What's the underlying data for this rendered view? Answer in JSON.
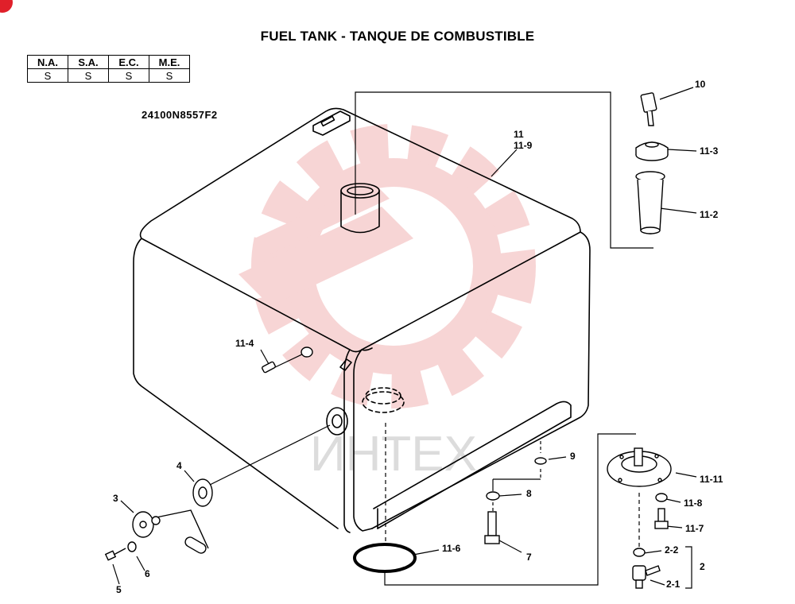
{
  "title": "FUEL TANK - TANQUE DE COMBUSTIBLE",
  "applicability": {
    "headers": [
      "N.A.",
      "S.A.",
      "E.C.",
      "M.E."
    ],
    "values": [
      "S",
      "S",
      "S",
      "S"
    ]
  },
  "drawing_code": "24100N8557F2",
  "watermark_text": "ИНТЕХ",
  "colors": {
    "watermark": "#f1b3b3",
    "badge": "#e0202a",
    "line": "#000000"
  },
  "callouts": {
    "p10": "10",
    "p11": "11",
    "p11_9": "11-9",
    "p11_3": "11-3",
    "p11_2": "11-2",
    "p11_4": "11-4",
    "p4": "4",
    "p3": "3",
    "p5": "5",
    "p6": "6",
    "p9": "9",
    "p8": "8",
    "p7": "7",
    "p11_6": "11-6",
    "p11_11": "11-11",
    "p11_8": "11-8",
    "p11_7": "11-7",
    "p2_2": "2-2",
    "p2": "2",
    "p2_1": "2-1"
  }
}
